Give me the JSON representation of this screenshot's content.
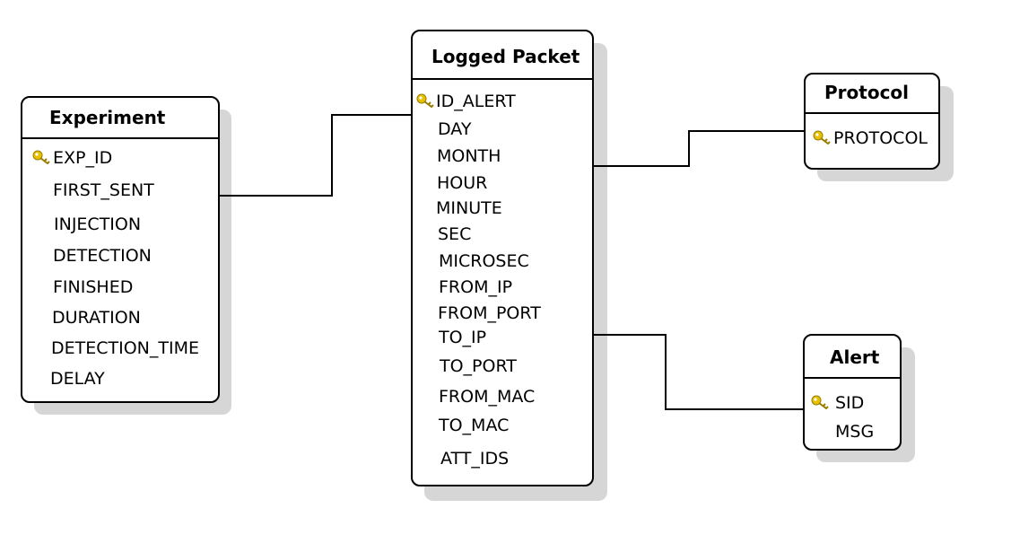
{
  "entities": {
    "experiment": {
      "title": "Experiment",
      "key_field": "EXP_ID",
      "fields": [
        "FIRST_SENT",
        "INJECTION",
        "DETECTION",
        "FINISHED",
        "DURATION",
        "DETECTION_TIME",
        "DELAY"
      ]
    },
    "logged_packet": {
      "title": "Logged Packet",
      "key_field": "ID_ALERT",
      "fields": [
        "DAY",
        "MONTH",
        "HOUR",
        "MINUTE",
        "SEC",
        "MICROSEC",
        "FROM_IP",
        "FROM_PORT",
        "TO_IP",
        "TO_PORT",
        "FROM_MAC",
        "TO_MAC",
        "ATT_IDS"
      ]
    },
    "protocol": {
      "title": "Protocol",
      "key_field": "PROTOCOL",
      "fields": []
    },
    "alert": {
      "title": "Alert",
      "key_field": "SID",
      "fields": [
        "MSG"
      ]
    }
  },
  "relationships": [
    {
      "from": "Experiment",
      "to": "Logged Packet"
    },
    {
      "from": "Logged Packet",
      "to": "Protocol"
    },
    {
      "from": "Logged Packet",
      "to": "Alert"
    }
  ],
  "colors": {
    "key_icon": "#e8c200",
    "line": "#000000",
    "shadow": "#d6d6d6"
  },
  "icon": "key-icon"
}
